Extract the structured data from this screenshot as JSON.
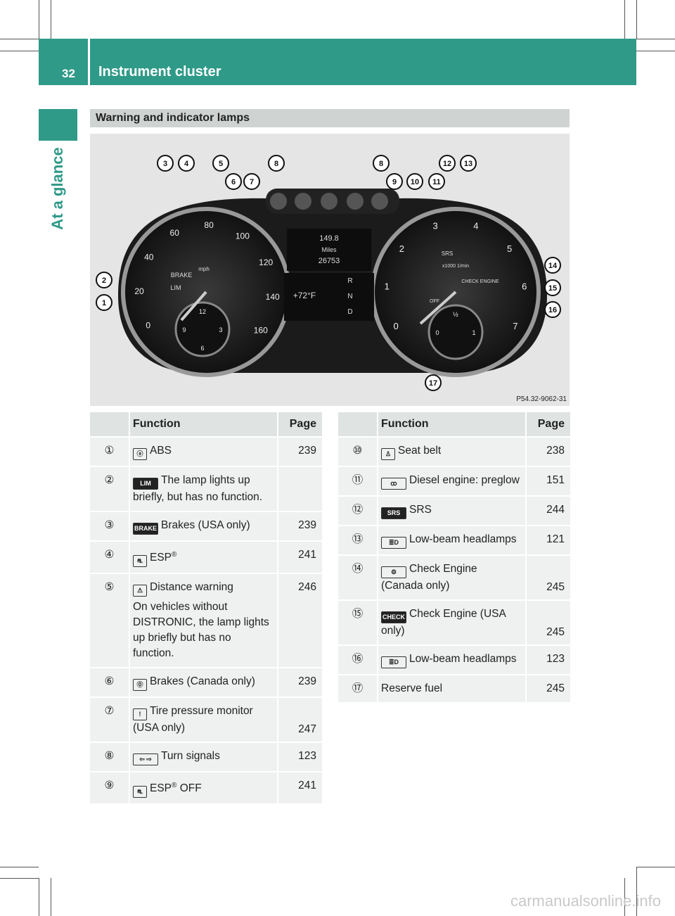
{
  "page": {
    "number": "32",
    "chapter": "Instrument cluster",
    "side_label": "At a glance"
  },
  "section_title": "Warning and indicator lamps",
  "figure": {
    "code": "P54.32-9062-31",
    "display": {
      "trip": "149.8",
      "unit": "Miles",
      "odo": "26753",
      "temp": "+72°F"
    },
    "speedo": [
      "0",
      "20",
      "40",
      "60",
      "80",
      "100",
      "120",
      "140",
      "160"
    ],
    "speedo_unit": "mph",
    "tacho": [
      "0",
      "1",
      "2",
      "3",
      "4",
      "5",
      "6",
      "7"
    ],
    "tacho_unit": "x1000 1/min",
    "clock": [
      "12",
      "3",
      "6",
      "9"
    ],
    "gear": [
      "R",
      "N",
      "D"
    ],
    "lamp_texts": {
      "brake": "BRAKE",
      "lim": "LIM",
      "srs": "SRS",
      "check": "CHECK ENGINE",
      "off": "OFF"
    },
    "fuel": [
      "0",
      "½",
      "1"
    ],
    "callouts": [
      "1",
      "2",
      "3",
      "4",
      "5",
      "6",
      "7",
      "8",
      "8",
      "9",
      "10",
      "11",
      "12",
      "13",
      "14",
      "15",
      "16",
      "17"
    ]
  },
  "table_headers": {
    "function": "Function",
    "page": "Page"
  },
  "left_rows": [
    {
      "num": "①",
      "icon": "abs-icon",
      "text": "ABS",
      "page": "239"
    },
    {
      "num": "②",
      "icon": "lim-icon",
      "text": "The lamp lights up briefly, but has no function.",
      "page": ""
    },
    {
      "num": "③",
      "icon": "brake-icon",
      "text": "Brakes (USA only)",
      "page": "239"
    },
    {
      "num": "④",
      "icon": "esp-icon",
      "text": "ESP",
      "sup": "®",
      "page": "241"
    },
    {
      "num": "⑤",
      "icon": "distance-warning-icon",
      "text": "Distance warning",
      "note": "On vehicles without DISTRONIC, the lamp lights up briefly but has no function.",
      "page": "246"
    },
    {
      "num": "⑥",
      "icon": "brake-circle-icon",
      "text": "Brakes (Canada only)",
      "page": "239"
    },
    {
      "num": "⑦",
      "icon": "tire-pressure-icon",
      "text": "Tire pressure monitor (USA only)",
      "page": "247"
    },
    {
      "num": "⑧",
      "icon": "turn-signal-icon",
      "text": "Turn signals",
      "page": "123"
    },
    {
      "num": "⑨",
      "icon": "esp-off-icon",
      "text": "ESP",
      "sup": "®",
      "text2": " OFF",
      "page": "241"
    }
  ],
  "right_rows": [
    {
      "num": "⑩",
      "icon": "seat-belt-icon",
      "text": "Seat belt",
      "page": "238"
    },
    {
      "num": "⑪",
      "icon": "preglow-icon",
      "text": "Diesel engine: preglow",
      "page": "151"
    },
    {
      "num": "⑫",
      "icon": "srs-icon",
      "text": "SRS",
      "page": "244"
    },
    {
      "num": "⑬",
      "icon": "low-beam-icon",
      "text": "Low-beam headlamps",
      "page": "121"
    },
    {
      "num": "⑭",
      "icon": "check-engine-icon",
      "text": "Check Engine (Canada only)",
      "page": "245"
    },
    {
      "num": "⑮",
      "icon": "check-engine-text-icon",
      "text": "Check Engine (USA only)",
      "page": "245"
    },
    {
      "num": "⑯",
      "icon": "low-beam-icon",
      "text": "Low-beam headlamps",
      "page": "123"
    },
    {
      "num": "⑰",
      "icon": "",
      "text": "Reserve fuel",
      "page": "245"
    }
  ],
  "watermark": "carmanualsonline.info"
}
